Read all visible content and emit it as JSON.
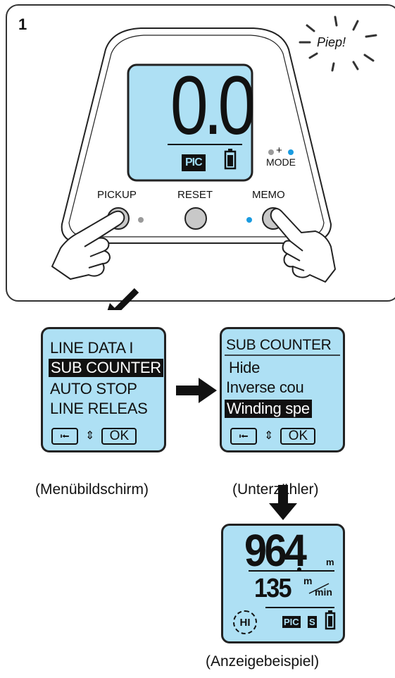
{
  "step": "1",
  "device": {
    "beep": "Piep!",
    "main_value": "0.0",
    "pic_badge": "PIC",
    "mode_plus": "+",
    "mode_label": "MODE",
    "buttons": {
      "pickup": "PICKUP",
      "reset": "RESET",
      "memo": "MEMO"
    }
  },
  "menu_screen": {
    "rows": [
      "LINE DATA I",
      "SUB COUNTER",
      "AUTO STOP",
      "LINE RELEAS"
    ],
    "highlighted_index": 1,
    "ok": "OK",
    "caption": "(Menübildschirm)"
  },
  "subcounter_screen": {
    "rows": [
      "SUB COUNTER",
      "Hide",
      "Inverse cou",
      "Winding spe"
    ],
    "highlighted_index": 3,
    "ok": "OK",
    "caption": "(Unterzähler)"
  },
  "example_screen": {
    "distance": "964",
    "distance_unit": "m",
    "speed": "135",
    "speed_unit_top": "m",
    "speed_unit_bottom": "min",
    "hi": "HI",
    "badge_pic": "PIC",
    "badge_s": "S",
    "caption": "(Anzeigebeispiel)"
  },
  "colors": {
    "lcd_background": "#aee0f4",
    "indicator_blue": "#1a9be0",
    "indicator_gray": "#9a9a9a",
    "button_gray": "#c8c8c8"
  },
  "icons": [
    "hand-pointer-icon",
    "back-arrow-icon",
    "up-down-icon",
    "battery-icon",
    "arrow-right-icon",
    "arrow-down-icon",
    "arrow-diagonal-icon"
  ]
}
